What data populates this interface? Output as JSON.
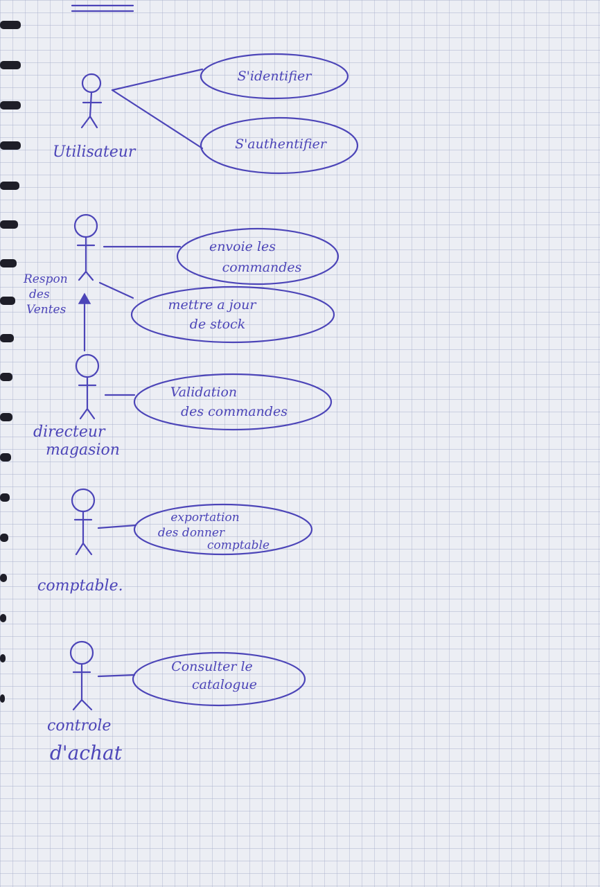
{
  "diagram": {
    "actors": [
      {
        "id": "utilisateur",
        "lines": [
          "Utilisateur"
        ]
      },
      {
        "id": "responsable",
        "lines": [
          "Respon",
          "des",
          "Ventes"
        ]
      },
      {
        "id": "directeur",
        "lines": [
          "directeur",
          "magasion"
        ]
      },
      {
        "id": "comptable",
        "lines": [
          "comptable."
        ]
      },
      {
        "id": "controle",
        "lines": [
          "controle",
          "d'achat"
        ]
      }
    ],
    "use_cases": [
      {
        "id": "identifier",
        "lines": [
          "S'identifier"
        ]
      },
      {
        "id": "authentifier",
        "lines": [
          "S'authentifier"
        ]
      },
      {
        "id": "envoie",
        "lines": [
          "envoie les",
          "commandes"
        ]
      },
      {
        "id": "stock",
        "lines": [
          "mettre a jour",
          "de stock"
        ]
      },
      {
        "id": "validation",
        "lines": [
          "Validation",
          "des commandes"
        ]
      },
      {
        "id": "exportation",
        "lines": [
          "exportation",
          "des donner",
          "comptable"
        ]
      },
      {
        "id": "catalogue",
        "lines": [
          "Consulter le",
          "catalogue"
        ]
      }
    ],
    "ink_color": "#4c45b8"
  }
}
